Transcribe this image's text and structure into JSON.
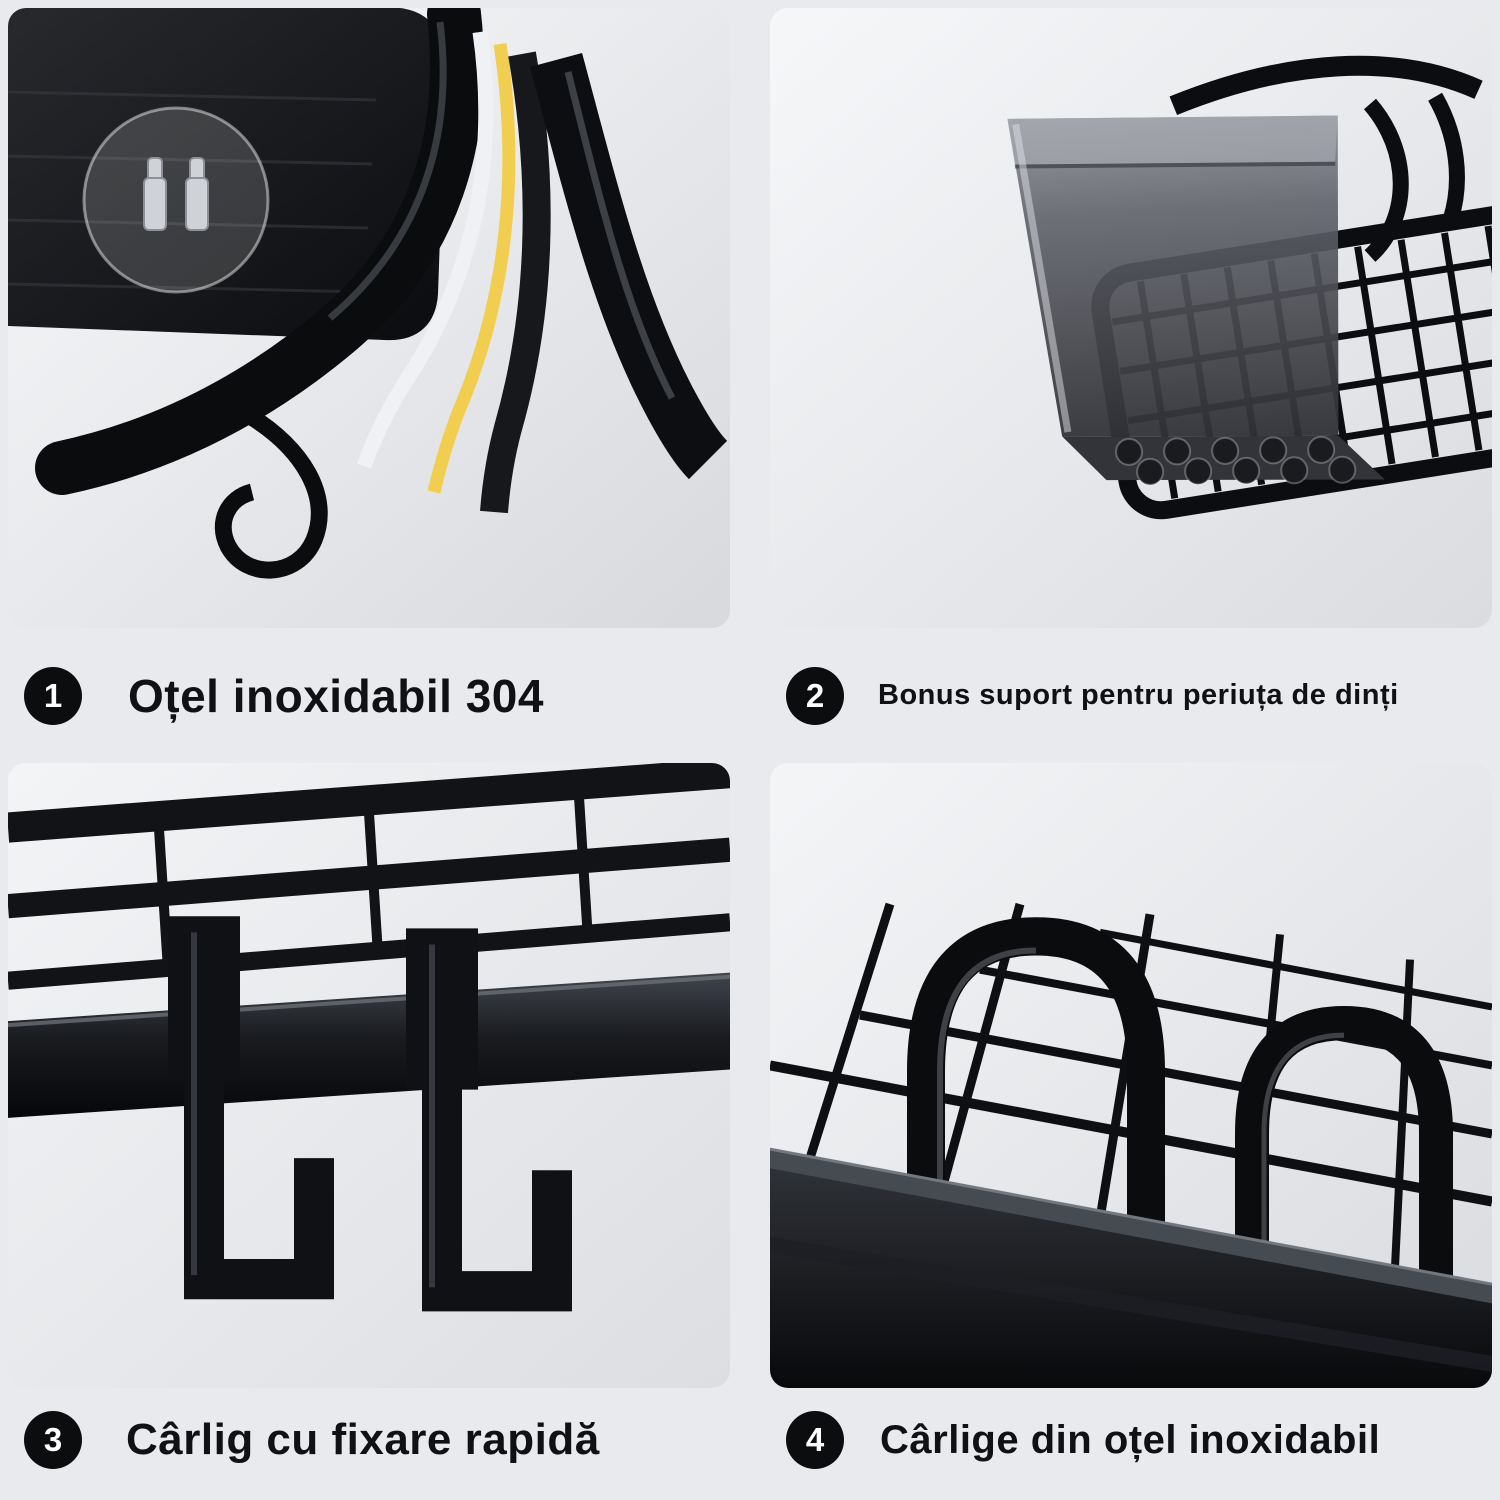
{
  "panels": [
    {
      "number": "1",
      "caption": "Oțel inoxidabil 304"
    },
    {
      "number": "2",
      "caption": "Bonus suport pentru periuța de dinți"
    },
    {
      "number": "3",
      "caption": "Cârlig cu fixare rapidă"
    },
    {
      "number": "4",
      "caption": "Cârlige din oțel inoxidabil"
    }
  ],
  "colors": {
    "page_background": "#e9eaee",
    "badge_background": "#0c0d0f",
    "badge_text": "#ffffff",
    "caption_text": "#101114",
    "product_black": "#0b0c0e",
    "steel_layer_silver": "#eff1f4",
    "steel_layer_gold": "#f2ce50",
    "cup_translucent_gray": "#46484e"
  },
  "illustrations": {
    "panel1": "steel-layers-peeling-photo",
    "panel2": "toothbrush-cup-holder-photo",
    "panel3": "quick-fix-hooks-photo",
    "panel4": "stainless-wire-hooks-photo"
  }
}
